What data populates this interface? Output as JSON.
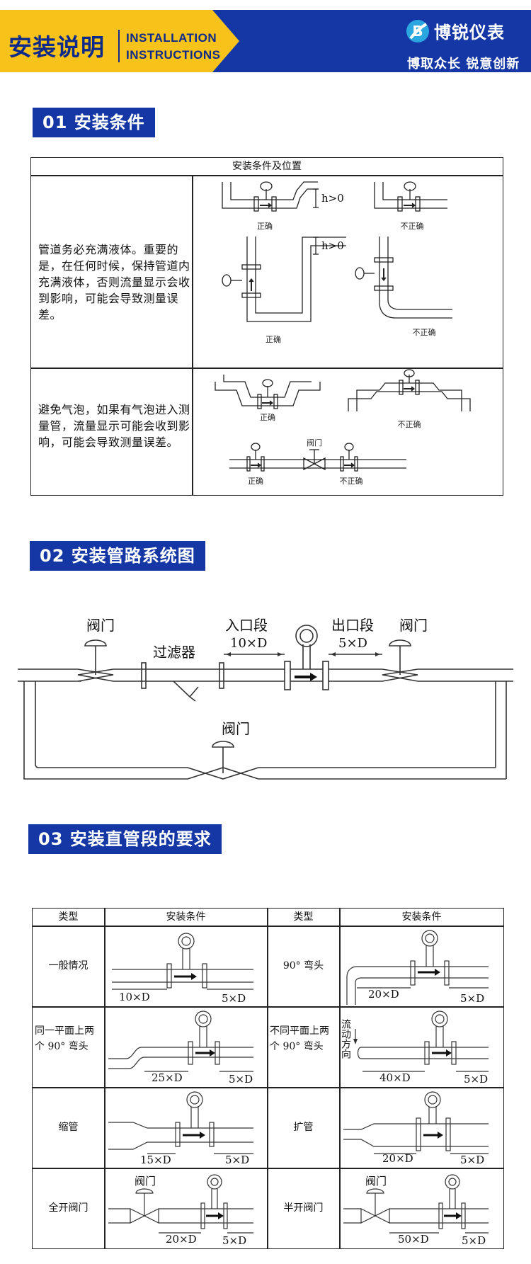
{
  "header": {
    "title_cn": "安装说明",
    "title_en_line1": "INSTALLATION",
    "title_en_line2": "INSTRUCTIONS",
    "brand_name": "博锐仪表",
    "slogan": "博取众长 锐意创新",
    "colors": {
      "yellow": "#f7c21a",
      "blue": "#1537a6",
      "navy": "#0d2a8a"
    }
  },
  "section1": {
    "heading": "01 安装条件",
    "table_caption": "安装条件及位置",
    "rows": [
      {
        "description": "管道务必充满液体。重要的是，在任何时候，保持管道内充满液体，否则流量显示会收到影响，可能会导致测量误差。",
        "labels": {
          "correct": "正确",
          "incorrect": "不正确",
          "height": "h>0"
        }
      },
      {
        "description": "避免气泡，如果有气泡进入测量管，流量显示可能会收到影响，可能会导致测量误差。",
        "labels": {
          "correct": "正确",
          "incorrect": "不正确",
          "valve": "阀门"
        }
      }
    ]
  },
  "section2": {
    "heading": "02 安装管路系统图",
    "labels": {
      "valve_left": "阀门",
      "filter": "过滤器",
      "inlet": "入口段",
      "inlet_len": "10×D",
      "outlet": "出口段",
      "outlet_len": "5×D",
      "valve_right": "阀门",
      "valve_bypass": "阀门"
    }
  },
  "section3": {
    "heading": "03 安装直管段的要求",
    "col_headers": [
      "类型",
      "安装条件",
      "类型",
      "安装条件"
    ],
    "rows": [
      {
        "left_type": "一般情况",
        "left_up": "10×D",
        "left_down": "5×D",
        "right_type": "90° 弯头",
        "right_up": "20×D",
        "right_down": "5×D"
      },
      {
        "left_type": "同一平面上两个 90° 弯头",
        "left_up": "25×D",
        "left_down": "5×D",
        "right_type": "不同平面上两个 90° 弯头",
        "right_up": "40×D",
        "right_down": "5×D",
        "right_flow": "流动方向"
      },
      {
        "left_type": "缩管",
        "left_up": "15×D",
        "left_down": "5×D",
        "right_type": "扩管",
        "right_up": "20×D",
        "right_down": "5×D"
      },
      {
        "left_type": "全开阀门",
        "left_up": "20×D",
        "left_down": "5×D",
        "left_valve": "阀门",
        "right_type": "半开阀门",
        "right_up": "50×D",
        "right_down": "5×D",
        "right_valve": "阀门"
      }
    ]
  }
}
